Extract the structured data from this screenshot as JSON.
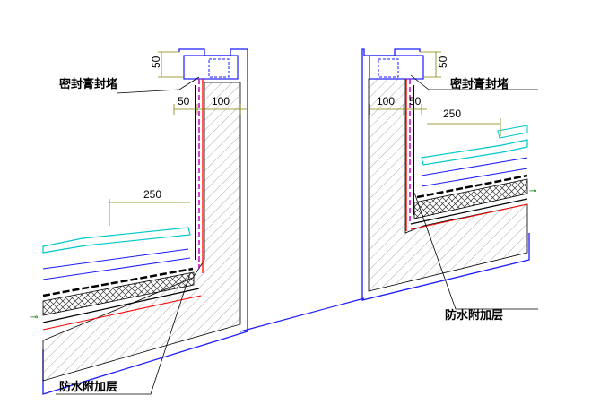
{
  "left_detail": {
    "sealant_label": "密封膏封堵",
    "dim_top": "50",
    "dim_gap": "50",
    "dim_width": "100",
    "dim_extension": "250",
    "waterproof_label": "防水附加层"
  },
  "right_detail": {
    "sealant_label": "密封膏封堵",
    "dim_top": "50",
    "dim_gap": "50",
    "dim_width": "100",
    "dim_extension": "250",
    "waterproof_label": "防水附加层"
  },
  "colors": {
    "wall_outline": "#1a1aff",
    "concrete_line": "#000000",
    "waterproof": "#ff0000",
    "membrane": "#cc00cc",
    "insulation": "#00c8c8",
    "dimension": "#808000"
  }
}
